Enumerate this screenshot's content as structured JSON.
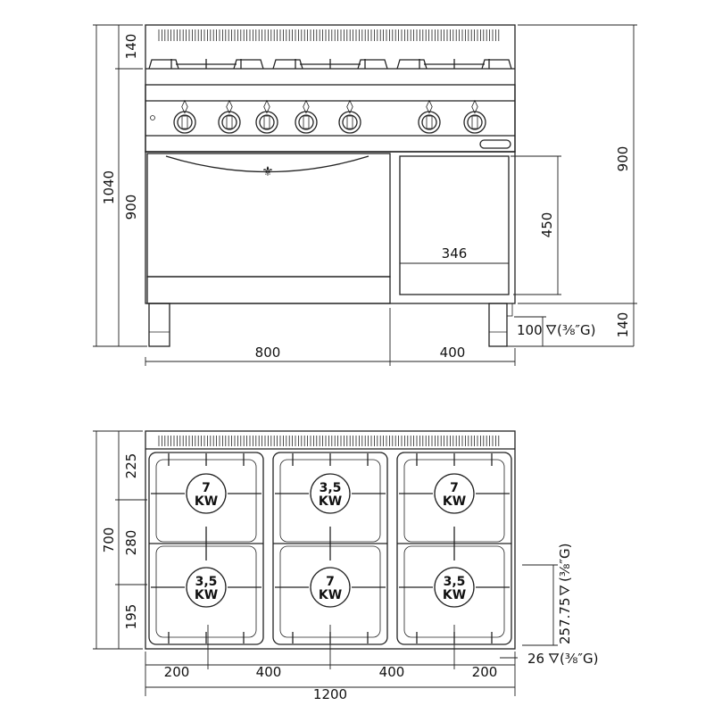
{
  "front_view": {
    "dims": {
      "total_height": "1040",
      "top_height_left": "140",
      "body_height_left": "900",
      "body_height_right": "900",
      "leg_height_right": "140",
      "cabinet_height": "450",
      "cabinet_width": "346",
      "oven_width": "800",
      "cabinet_section_width": "400",
      "gas_inlet_height": "100",
      "gas_inlet_spec": "(⅜″G)"
    },
    "knob_count": 7
  },
  "top_view": {
    "dims": {
      "depth": "700",
      "rear_zone": "225",
      "middle_zone": "280",
      "front_zone": "195",
      "col1": "200",
      "col2": "400",
      "col3": "400",
      "col4": "200",
      "total_width": "1200",
      "gas_side_offset": "257.75",
      "gas_side_spec": "(⅜″G)",
      "gas_bottom_offset": "26",
      "gas_bottom_spec": "(⅜″G)"
    },
    "burners": [
      {
        "power": "7",
        "unit": "KW"
      },
      {
        "power": "3,5",
        "unit": "KW"
      },
      {
        "power": "7",
        "unit": "KW"
      },
      {
        "power": "3,5",
        "unit": "KW"
      },
      {
        "power": "7",
        "unit": "KW"
      },
      {
        "power": "3,5",
        "unit": "KW"
      }
    ]
  }
}
